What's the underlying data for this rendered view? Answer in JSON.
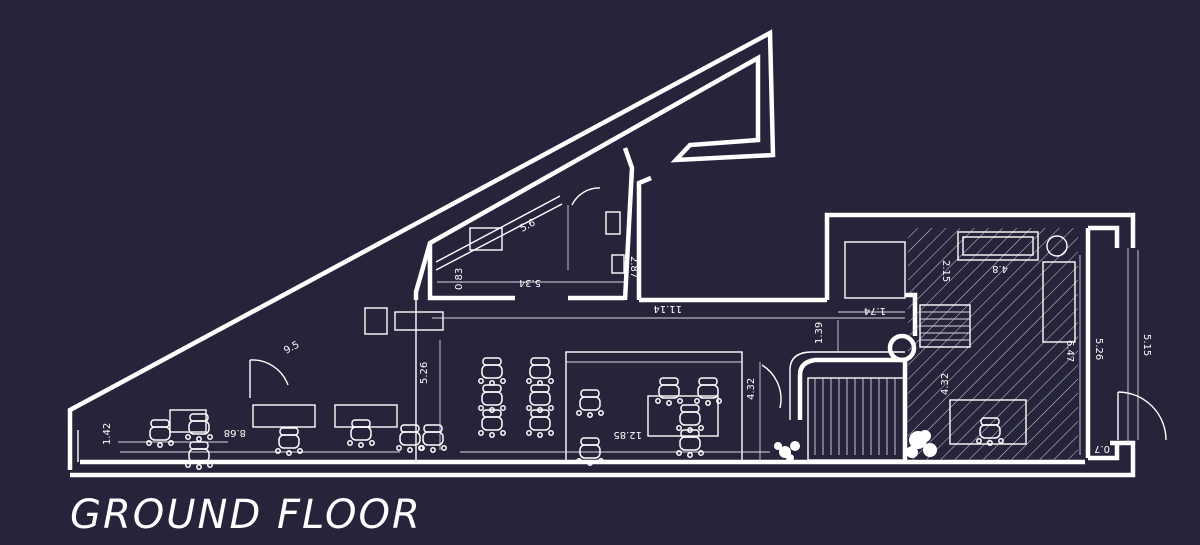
{
  "title": "GROUND FLOOR",
  "colors": {
    "background": "#25243a",
    "lines": "#ffffff"
  },
  "dimensions": {
    "kitchen_diag": "5.6",
    "kitchen_width": "5.34",
    "kitchen_height": "0.83",
    "wc_height": "2.87",
    "corridor_length": "11.14",
    "offset_a": "1.39",
    "offset_b": "1.74",
    "diag_room": "9.5",
    "left_height": "1.42",
    "office_width": "8.68",
    "office_height": "5.26",
    "mid_width": "12.85",
    "mid_height": "4.32",
    "right_height_a": "4.32",
    "right_top": "2.15",
    "right_width": "4.8",
    "right_depth": "6.47",
    "right_height_b": "5.26",
    "right_edge": "5.15",
    "bottom_right": "0.7"
  }
}
